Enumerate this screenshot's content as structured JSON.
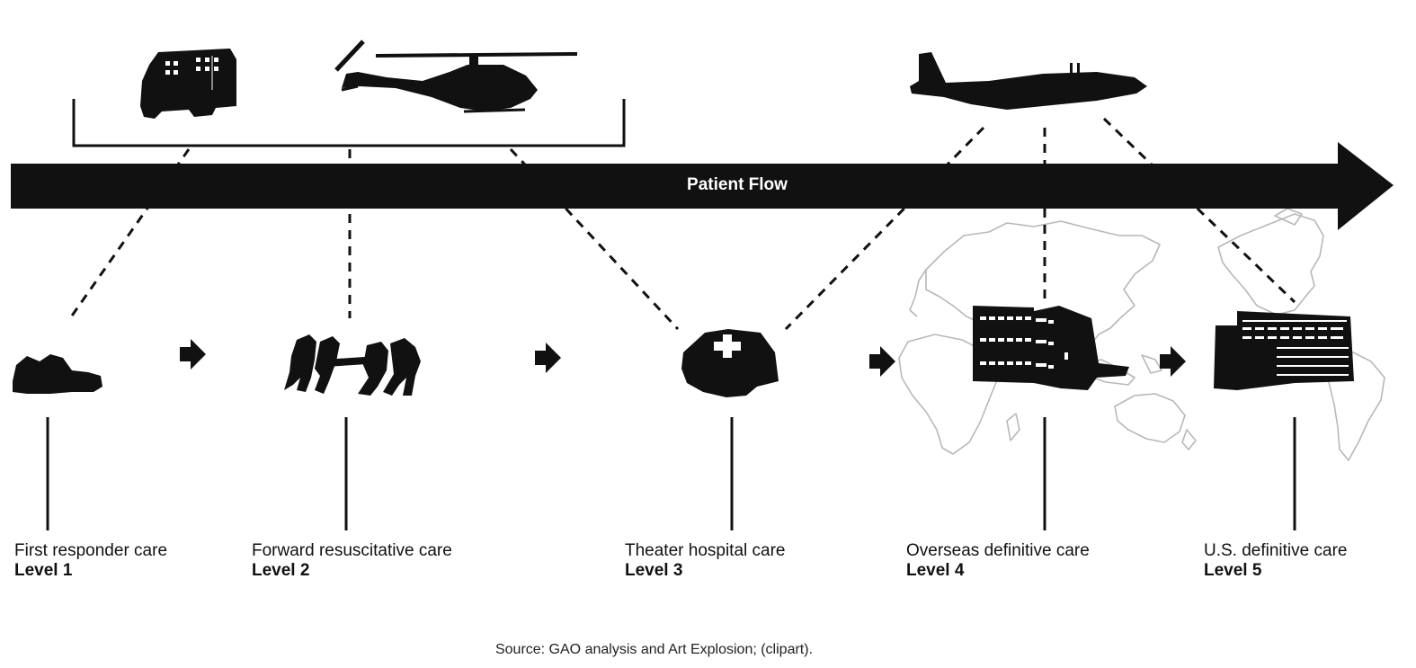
{
  "diagram": {
    "flow_label": "Patient Flow",
    "colors": {
      "ink": "#111111",
      "background": "#ffffff",
      "map_outline": "#b8b8b8"
    },
    "levels": [
      {
        "care": "First responder care",
        "level": "Level 1",
        "icon": "wounded-soldier-icon"
      },
      {
        "care": "Forward resuscitative care",
        "level": "Level 2",
        "icon": "stretcher-team-icon"
      },
      {
        "care": "Theater hospital care",
        "level": "Level 3",
        "icon": "field-hospital-tent-icon"
      },
      {
        "care": "Overseas definitive care",
        "level": "Level 4",
        "icon": "overseas-hospital-building-icon"
      },
      {
        "care": "U.S. definitive care",
        "level": "Level 5",
        "icon": "us-hospital-building-icon"
      }
    ],
    "transports": [
      {
        "icon": "ground-ambulance-icon"
      },
      {
        "icon": "medevac-helicopter-icon"
      },
      {
        "icon": "cargo-aircraft-icon"
      }
    ],
    "source": "Source: GAO analysis and Art Explosion; (clipart)."
  }
}
